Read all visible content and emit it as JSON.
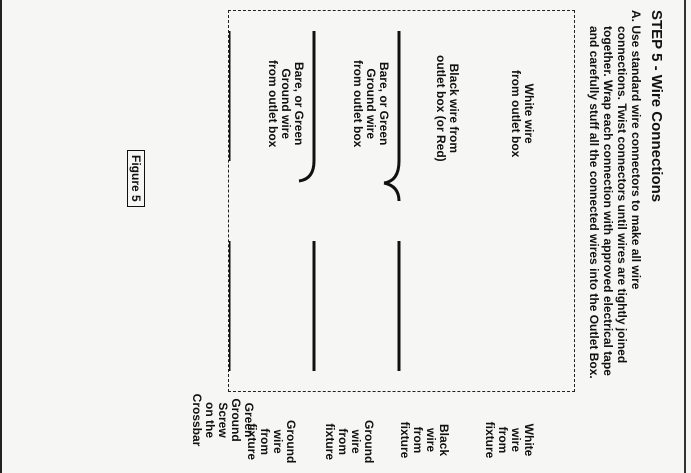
{
  "step": {
    "title": "STEP 5 - Wire Connections",
    "instruction_line1": "A. Use standard wire connectors to make all wire",
    "instruction_line2": "connections. Twist connectors until wires are tightly joined",
    "instruction_line3": "together. Wrap each connection with approved electrical tape",
    "instruction_line4": "and carefully stuff all the connected wires into the Outlet Box."
  },
  "wires": [
    {
      "outlet_label": "White wire\nfrom outlet box",
      "fixture_label": "White wire\nfrom fixture"
    },
    {
      "outlet_label": "Black wire from\noutlet box (or Red)",
      "fixture_label": "Black wire\nfrom fixture"
    },
    {
      "outlet_label": "Bare, or Green\nGround wire\nfrom outlet box",
      "fixture_label": "Ground wire\nfrom fixture"
    },
    {
      "outlet_label": "Bare, or Green\nGround wire\nfrom outlet box",
      "fixture_label": "Ground wire\nfrom fixture"
    }
  ],
  "screw_label": "Green Ground Screw\non the Crossbar",
  "figure_label": "Figure 5"
}
